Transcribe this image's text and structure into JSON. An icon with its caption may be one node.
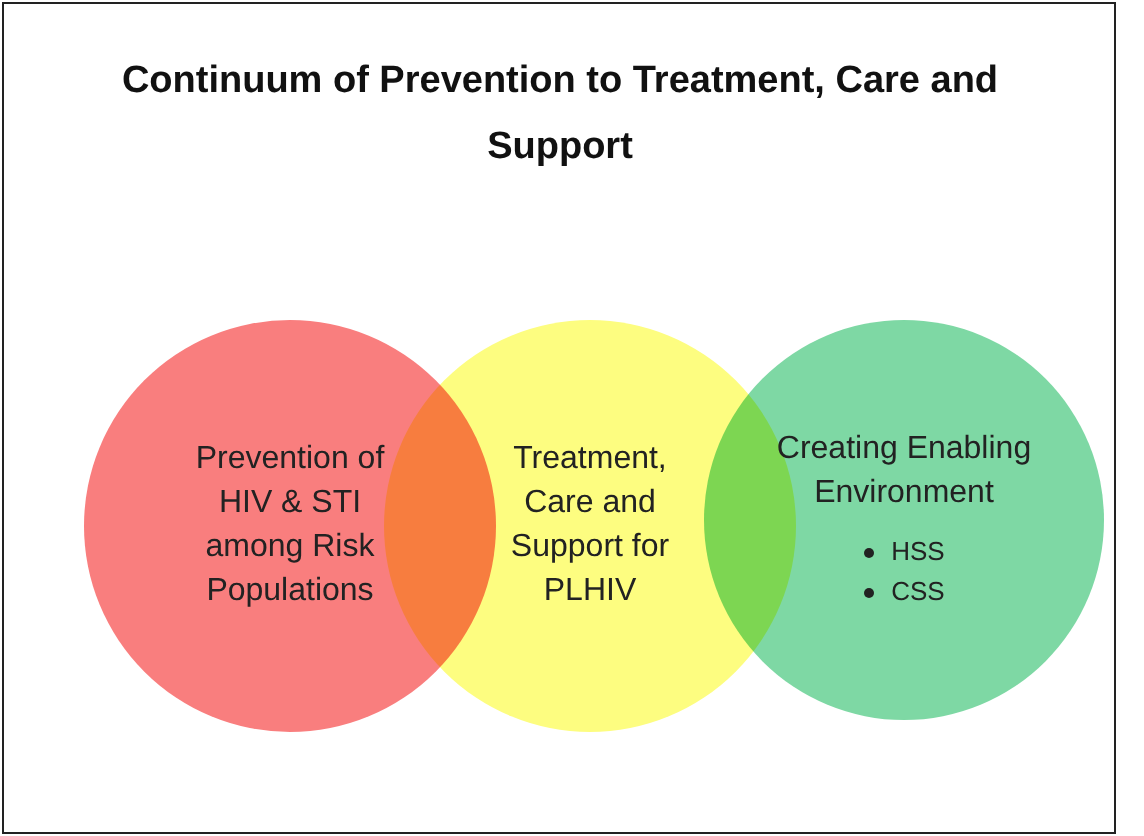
{
  "diagram": {
    "title": "Continuum of Prevention to Treatment, Care and Support",
    "nodes": [
      {
        "text": [
          "Prevention of HIV & STI among Risk Populations"
        ]
      },
      {
        "text": [
          "Treatment, Care and Support for PLHIV"
        ]
      },
      {
        "text": [
          "Creating Enabling Environment",
          "HSS",
          "CSS"
        ]
      }
    ]
  }
}
